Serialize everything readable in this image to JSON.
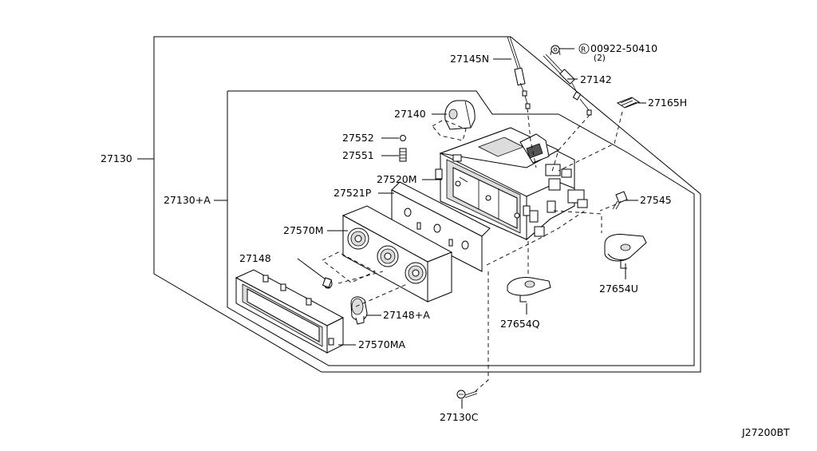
{
  "diagram": {
    "id": "J27200BT",
    "parts": {
      "p27130": "27130",
      "p27130A": "27130+A",
      "p27145N": "27145N",
      "p27142": "27142",
      "p00922": "00922-50410",
      "p00922_qty": "(2)",
      "p00922_mark": "R",
      "p27165H": "27165H",
      "p27140": "27140",
      "p27552": "27552",
      "p27551": "27551",
      "p27520M": "27520M",
      "p27521P": "27521P",
      "p27545": "27545",
      "p27570M": "27570M",
      "p27148": "27148",
      "p27148A": "27148+A",
      "p27570MA": "27570MA",
      "p27654U": "27654U",
      "p27654Q": "27654Q",
      "p27130C": "27130C"
    }
  }
}
